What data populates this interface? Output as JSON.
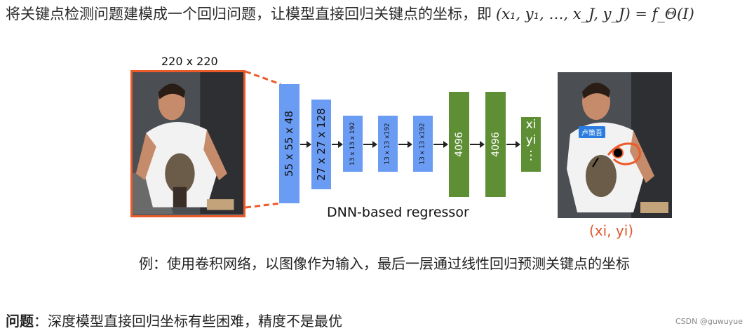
{
  "heading": {
    "text": "将关键点检测问题建模成一个回归问题，让模型直接回归关键点的坐标，即",
    "formula": "(x₁, y₁, …, x_J, y_J) = f_Θ(I)"
  },
  "input_size_label": "220 x 220",
  "layers": [
    {
      "label": "55 x 55 x 48"
    },
    {
      "label": "27 x 27 x 128"
    },
    {
      "label": "13 x 13 x 192"
    },
    {
      "label": "13 x 13 x192"
    },
    {
      "label": "13 x 13 x192"
    },
    {
      "label": "4096"
    },
    {
      "label": "4096"
    }
  ],
  "output_layer": {
    "line1": "xi",
    "line2": "yi",
    "line3": "⋮"
  },
  "caption": "DNN-based regressor",
  "output_label": "(xi, yi)",
  "name_tag": "卢策吾",
  "example": "例：使用卷积网络，以图像作为输入，最后一层通过线性回归预测关键点的坐标",
  "problem": {
    "label": "问题",
    "text": "：深度模型直接回归坐标有些困难，精度不是最优"
  },
  "credit": "CSDN @guwuyue",
  "colors": {
    "accent": "#ec5a2a",
    "blue_layer": "#6b9cf4",
    "green_layer": "#5f8f35"
  }
}
